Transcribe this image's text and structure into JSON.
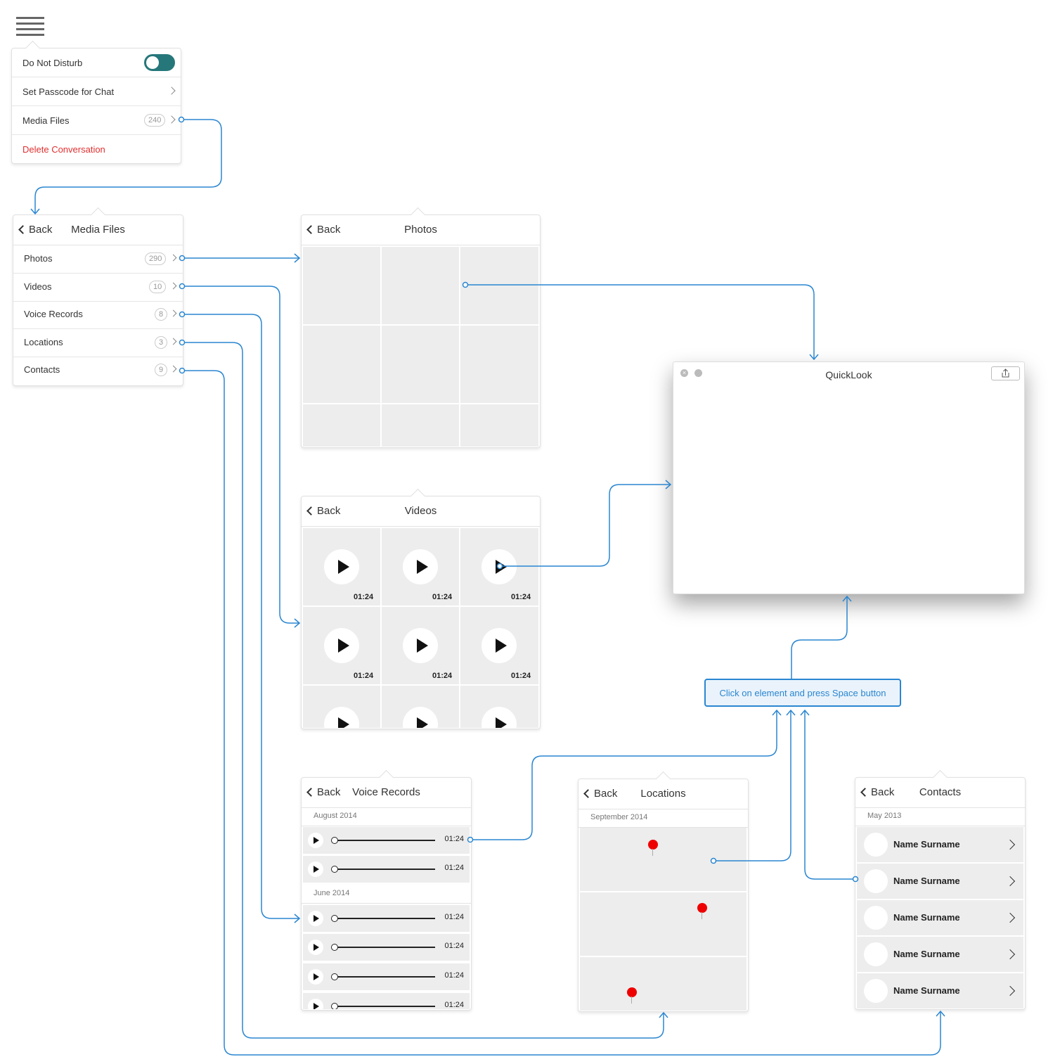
{
  "menu": {
    "items": [
      {
        "label": "Do Not Disturb"
      },
      {
        "label": "Set Passcode for Chat"
      },
      {
        "label": "Media Files",
        "count": "240"
      },
      {
        "label": "Delete Conversation"
      }
    ],
    "do_not_disturb_on": true
  },
  "media_files": {
    "back_label": "Back",
    "title": "Media Files",
    "items": [
      {
        "label": "Photos",
        "count": "290"
      },
      {
        "label": "Videos",
        "count": "10"
      },
      {
        "label": "Voice Records",
        "count": "8"
      },
      {
        "label": "Locations",
        "count": "3"
      },
      {
        "label": "Contacts",
        "count": "9"
      }
    ]
  },
  "photos": {
    "back_label": "Back",
    "title": "Photos"
  },
  "videos": {
    "back_label": "Back",
    "title": "Videos",
    "durations": [
      "01:24",
      "01:24",
      "01:24",
      "01:24",
      "01:24",
      "01:24"
    ]
  },
  "quicklook": {
    "title": "QuickLook"
  },
  "note": {
    "text": "Click on element and press Space button"
  },
  "voice_records": {
    "back_label": "Back",
    "title": "Voice Records",
    "sections": [
      {
        "label": "August 2014",
        "durations": [
          "01:24",
          "01:24"
        ]
      },
      {
        "label": "June 2014",
        "durations": [
          "01:24",
          "01:24",
          "01:24",
          "01:24"
        ]
      }
    ]
  },
  "locations": {
    "back_label": "Back",
    "title": "Locations",
    "section": "September 2014"
  },
  "contacts": {
    "back_label": "Back",
    "title": "Contacts",
    "section": "May 2013",
    "names": [
      "Name Surname",
      "Name Surname",
      "Name Surname",
      "Name Surname",
      "Name Surname"
    ]
  },
  "colors": {
    "accent": "#2a86d1",
    "toggle": "#26777a",
    "danger": "#e03030"
  }
}
